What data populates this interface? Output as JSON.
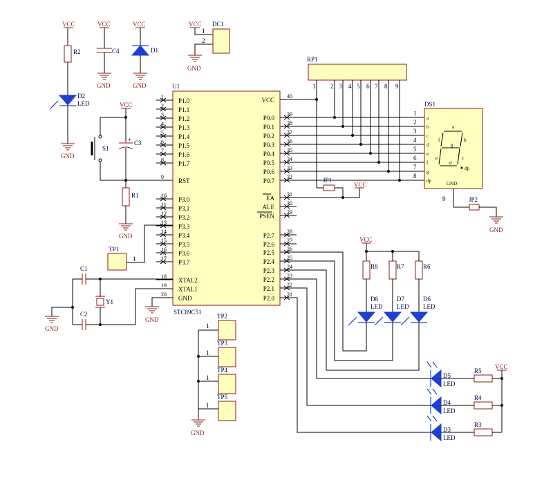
{
  "power": {
    "vcc": "VCC",
    "gnd": "GND"
  },
  "refs": {
    "u1": "U1",
    "u1_part": "STC89C51",
    "r1": "R1",
    "r2": "R2",
    "r3": "R3",
    "r4": "R4",
    "r5": "R5",
    "r6": "R6",
    "r7": "R7",
    "r8": "R8",
    "c1": "C1",
    "c2": "C2",
    "c3": "C3",
    "c4": "C4",
    "y1": "Y1",
    "d1": "D1",
    "d2": "D2",
    "d3": "D3",
    "d4": "D4",
    "d5": "D5",
    "d6": "D6",
    "d7": "D7",
    "d8": "D8",
    "led": "LED",
    "s1": "S1",
    "dc1": "DC1",
    "rp1": "RP1",
    "ds1": "DS1",
    "jp1": "JP1",
    "jp2": "JP2",
    "tp1": "TP1",
    "tp2": "TP2",
    "tp3": "TP3",
    "tp4": "TP4",
    "tp5": "TP5",
    "plus": "+",
    "one": "1",
    "two": "2",
    "nine": "9"
  },
  "u1_left_pins": [
    {
      "num": "1",
      "name": "P1.0"
    },
    {
      "num": "2",
      "name": "P1.1"
    },
    {
      "num": "3",
      "name": "P1.2"
    },
    {
      "num": "4",
      "name": "P1.3"
    },
    {
      "num": "5",
      "name": "P1.4"
    },
    {
      "num": "6",
      "name": "P1.5"
    },
    {
      "num": "7",
      "name": "P1.6"
    },
    {
      "num": "8",
      "name": "P1.7"
    },
    {
      "num": "9",
      "name": "RST"
    },
    {
      "num": "10",
      "name": "P3.0"
    },
    {
      "num": "11",
      "name": "P3.1"
    },
    {
      "num": "12",
      "name": "P3.2"
    },
    {
      "num": "13",
      "name": "P3.3"
    },
    {
      "num": "14",
      "name": "P3.4"
    },
    {
      "num": "15",
      "name": "P3.5"
    },
    {
      "num": "16",
      "name": "P3.6"
    },
    {
      "num": "17",
      "name": "P3.7"
    },
    {
      "num": "18",
      "name": "XTAL2"
    },
    {
      "num": "19",
      "name": "XTAL1"
    },
    {
      "num": "20",
      "name": "GND"
    }
  ],
  "u1_right_pins": [
    {
      "num": "40",
      "name": "VCC"
    },
    {
      "num": "39",
      "name": "P0.0"
    },
    {
      "num": "38",
      "name": "P0.1"
    },
    {
      "num": "37",
      "name": "P0.2"
    },
    {
      "num": "36",
      "name": "P0.3"
    },
    {
      "num": "35",
      "name": "P0.4"
    },
    {
      "num": "34",
      "name": "P0.5"
    },
    {
      "num": "33",
      "name": "P0.6"
    },
    {
      "num": "32",
      "name": "P0.7"
    },
    {
      "num": "31",
      "name": "EA"
    },
    {
      "num": "30",
      "name": "ALE"
    },
    {
      "num": "29",
      "name": "PSEN"
    },
    {
      "num": "28",
      "name": "P2.7"
    },
    {
      "num": "27",
      "name": "P2.6"
    },
    {
      "num": "26",
      "name": "P2.5"
    },
    {
      "num": "25",
      "name": "P2.4"
    },
    {
      "num": "24",
      "name": "P2.3"
    },
    {
      "num": "23",
      "name": "P2.2"
    },
    {
      "num": "22",
      "name": "P2.1"
    },
    {
      "num": "21",
      "name": "P2.0"
    }
  ],
  "rp1_pins": [
    "1",
    "2",
    "3",
    "4",
    "5",
    "6",
    "7",
    "8",
    "9"
  ],
  "ds1_pins": [
    {
      "num": "1",
      "seg": "a"
    },
    {
      "num": "2",
      "seg": "b"
    },
    {
      "num": "3",
      "seg": "c"
    },
    {
      "num": "4",
      "seg": "d"
    },
    {
      "num": "5",
      "seg": "e"
    },
    {
      "num": "6",
      "seg": "f"
    },
    {
      "num": "7",
      "seg": "g"
    },
    {
      "num": "8",
      "seg": "dp"
    }
  ],
  "ds1_face": {
    "a": "a",
    "b": "b",
    "c": "c",
    "d": "d",
    "e": "e",
    "f": "f",
    "g": "g",
    "dp": "dp",
    "gnd": "GND"
  }
}
